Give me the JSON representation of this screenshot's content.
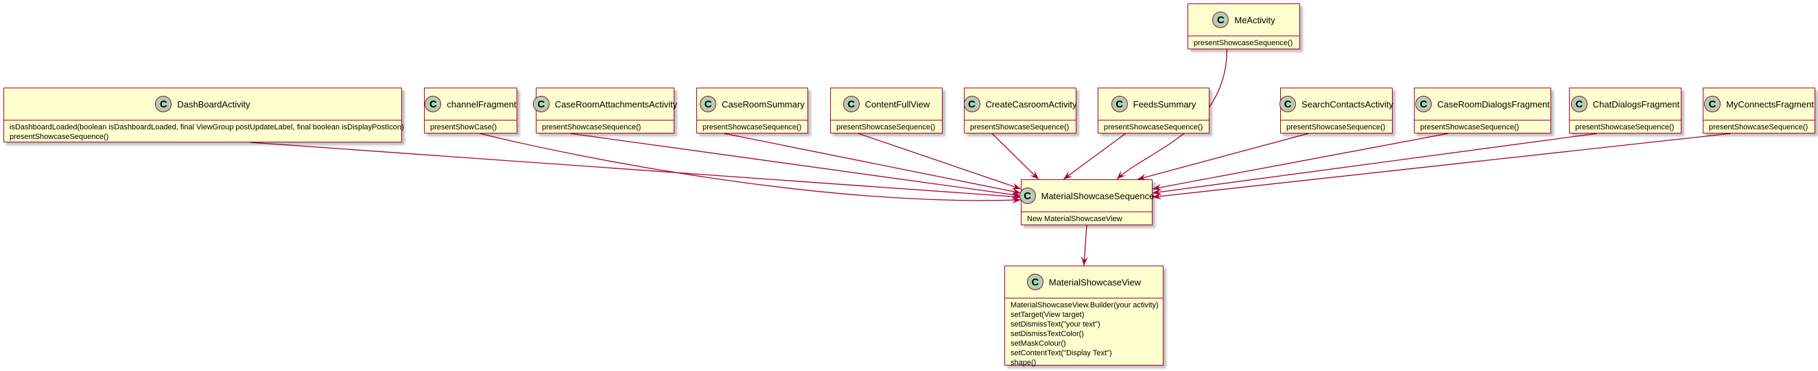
{
  "colors": {
    "box_fill": "#FEFECE",
    "border": "#A80036",
    "class_circle": "#ADD1B2",
    "arrow": "#A80036"
  },
  "class_glyph": "C",
  "classes": [
    {
      "name": "MeActivity",
      "methods": [
        "presentShowcaseSequence()"
      ]
    },
    {
      "name": "DashBoardActivity",
      "methods": [
        "isDashboardLoaded(boolean isDashboardLoaded, final ViewGroup postUpdateLabel, final boolean isDisplayPostIcon)",
        "presentShowcaseSequence()"
      ]
    },
    {
      "name": "channelFragment",
      "methods": [
        "presentShowCase()"
      ]
    },
    {
      "name": "CaseRoomAttachmentsActivity",
      "methods": [
        "presentShowcaseSequence()"
      ]
    },
    {
      "name": "CaseRoomSummary",
      "methods": [
        "presentShowcaseSequence()"
      ]
    },
    {
      "name": "ContentFullView",
      "methods": [
        "presentShowcaseSequence()"
      ]
    },
    {
      "name": "CreateCasroomActivity",
      "methods": [
        "presentShowcaseSequence()"
      ]
    },
    {
      "name": "FeedsSummary",
      "methods": [
        "presentShowcaseSequence()"
      ]
    },
    {
      "name": "SearchContactsActivity",
      "methods": [
        "presentShowcaseSequence()"
      ]
    },
    {
      "name": "CaseRoomDialogsFragment",
      "methods": [
        "presentShowcaseSequence()"
      ]
    },
    {
      "name": "ChatDialogsFragment",
      "methods": [
        "presentShowcaseSequence()"
      ]
    },
    {
      "name": "MyConnectsFragment",
      "methods": [
        "presentShowcaseSequence()"
      ]
    },
    {
      "name": "MaterialShowcaseSequence",
      "methods": [
        "New MaterialShowcaseView"
      ]
    },
    {
      "name": "MaterialShowcaseView",
      "methods": [
        "MaterialShowcaseView.Builder(your activity)",
        "setTarget(View target)",
        "setDismissText(\"your text\")",
        "setDismissTextColor()",
        "setMaskColour()",
        "setContentText(\"Display Text\")",
        "shape()"
      ]
    }
  ]
}
